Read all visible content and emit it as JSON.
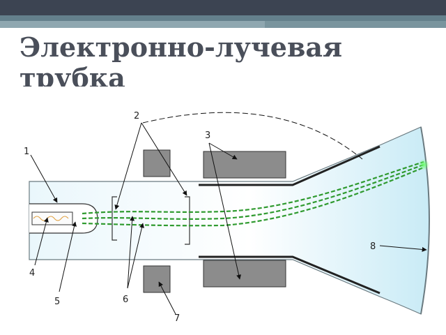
{
  "slide": {
    "title": "Электронно-лучевая трубка"
  },
  "diagram": {
    "labels": {
      "l1": "1",
      "l2": "2",
      "l3": "3",
      "l4": "4",
      "l5": "5",
      "l6": "6",
      "l7": "7",
      "l8": "8"
    }
  },
  "colors": {
    "title": "#4a4f5a",
    "header_dark": "#3c4452",
    "header_teal": "#64808c",
    "tube_fill": "#dff3fb",
    "beam": "#2f9a2f",
    "plates": "#8c8c8c"
  }
}
